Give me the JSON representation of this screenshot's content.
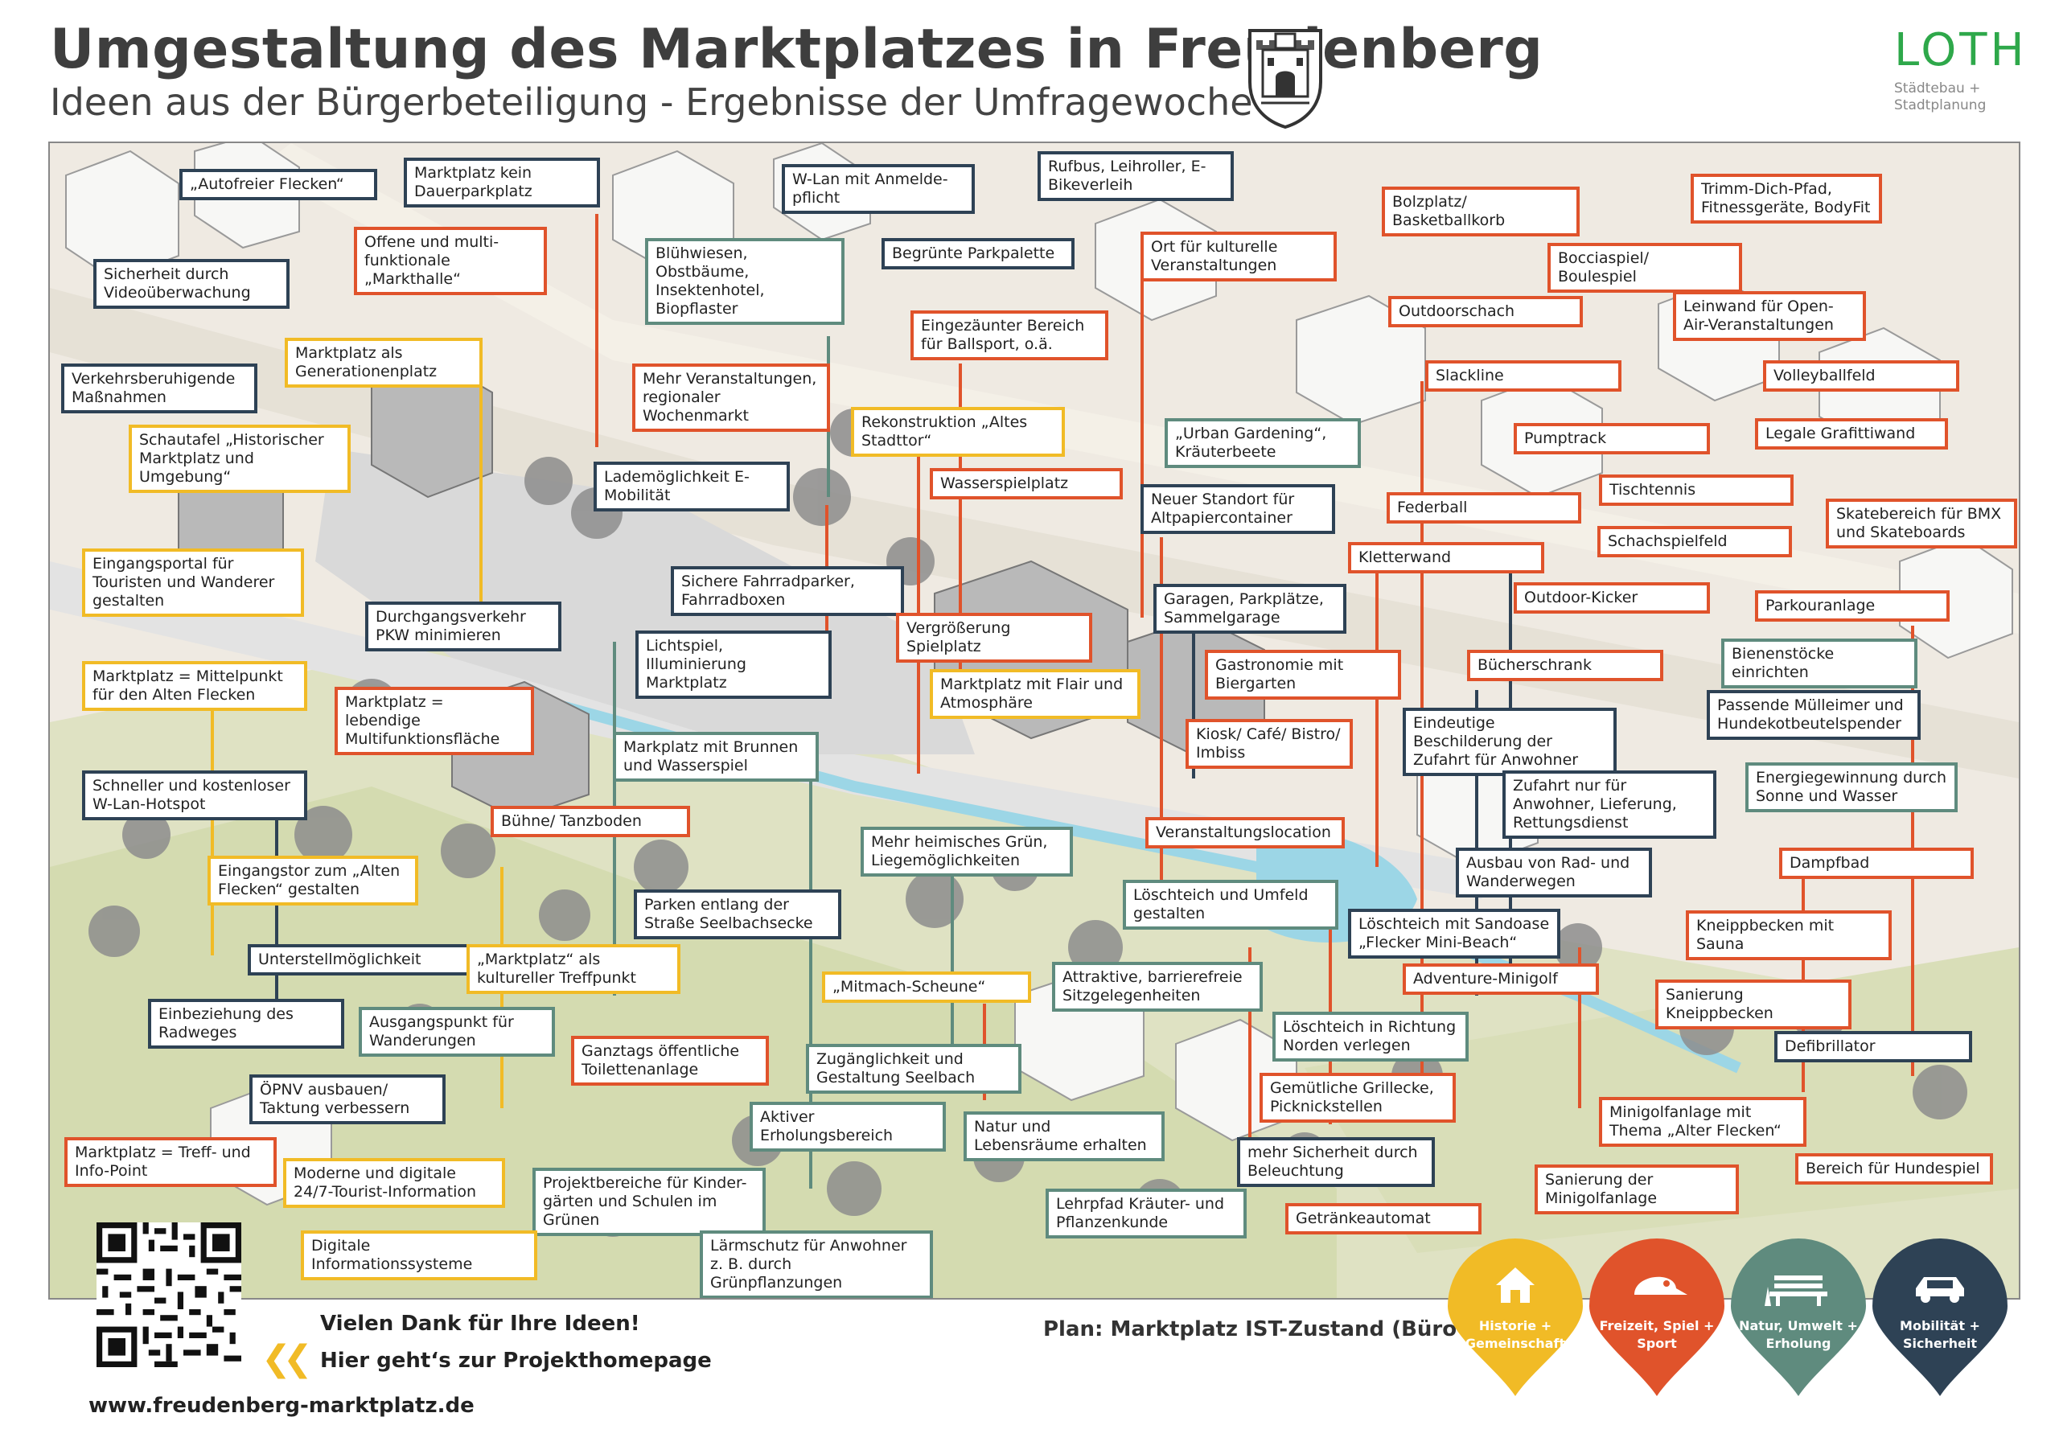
{
  "header": {
    "title": "Umgestaltung des Marktplatzes in Freudenberg",
    "subtitle": "Ideen aus der Bürgerbeteiligung - Ergebnisse der Umfragewoche IV"
  },
  "logo": {
    "text": "LOTH",
    "sub1": "Städtebau +",
    "sub2": "Stadtplanung"
  },
  "colors": {
    "historie": "#f1bb26",
    "freizeit": "#e0532b",
    "natur": "#5f8b7e",
    "mobilitaet": "#2e4255",
    "logo_green": "#2ea84a"
  },
  "labels": {
    "l01": {
      "text": "„Autofreier Flecken“",
      "cat": "mob"
    },
    "l02": {
      "text": "Marktplatz kein Dauerparkplatz",
      "cat": "mob"
    },
    "l03": {
      "text": "Offene und multi-funktionale „Markthalle“",
      "cat": "frei"
    },
    "l04": {
      "text": "Sicherheit durch Videoüberwachung",
      "cat": "mob"
    },
    "l05": {
      "text": "Blühwiesen, Obstbäume, Insektenhotel, Biopflaster",
      "cat": "nat"
    },
    "l06": {
      "text": "W-Lan mit Anmelde-pflicht",
      "cat": "mob"
    },
    "l07": {
      "text": "Rufbus, Leihroller, E-Bikeverleih",
      "cat": "mob"
    },
    "l08": {
      "text": "Begrünte Parkpalette",
      "cat": "mob"
    },
    "l09": {
      "text": "Ort für kulturelle Veranstaltungen",
      "cat": "frei"
    },
    "l10": {
      "text": "Bolzplatz/ Basketballkorb",
      "cat": "frei"
    },
    "l11": {
      "text": "Trimm-Dich-Pfad, Fitnessgeräte, BodyFit",
      "cat": "frei"
    },
    "l12": {
      "text": "Bocciaspiel/ Boulespiel",
      "cat": "frei"
    },
    "l13": {
      "text": "Eingezäunter Bereich für Ballsport, o.ä.",
      "cat": "frei"
    },
    "l14": {
      "text": "Outdoorschach",
      "cat": "frei"
    },
    "l15": {
      "text": "Leinwand für Open-Air-Veranstaltungen",
      "cat": "frei"
    },
    "l16": {
      "text": "Verkehrsberuhigende Maßnahmen",
      "cat": "mob"
    },
    "l17": {
      "text": "Marktplatz als Generationenplatz",
      "cat": "hist"
    },
    "l18": {
      "text": "Mehr Veranstaltungen, regionaler Wochenmarkt",
      "cat": "frei"
    },
    "l19": {
      "text": "Slackline",
      "cat": "frei"
    },
    "l20": {
      "text": "Volleyballfeld",
      "cat": "frei"
    },
    "l21": {
      "text": "Schautafel „Historischer Marktplatz und Umgebung“",
      "cat": "hist"
    },
    "l22": {
      "text": "Rekonstruktion „Altes Stadttor“",
      "cat": "hist"
    },
    "l23": {
      "text": "„Urban Gardening“, Kräuterbeete",
      "cat": "nat"
    },
    "l24": {
      "text": "Pumptrack",
      "cat": "frei"
    },
    "l25": {
      "text": "Legale Grafittiwand",
      "cat": "frei"
    },
    "l26": {
      "text": "Lademöglichkeit E-Mobilität",
      "cat": "mob"
    },
    "l27": {
      "text": "Wasserspielplatz",
      "cat": "frei"
    },
    "l28": {
      "text": "Neuer Standort für Altpapiercontainer",
      "cat": "mob"
    },
    "l29": {
      "text": "Tischtennis",
      "cat": "frei"
    },
    "l30": {
      "text": "Federball",
      "cat": "frei"
    },
    "l31": {
      "text": "Skatebereich für BMX und Skateboards",
      "cat": "frei"
    },
    "l32": {
      "text": "Schachspielfeld",
      "cat": "frei"
    },
    "l33": {
      "text": "Eingangsportal für Touristen und Wanderer gestalten",
      "cat": "hist"
    },
    "l34": {
      "text": "Kletterwand",
      "cat": "frei"
    },
    "l35": {
      "text": "Sichere Fahrradparker, Fahrradboxen",
      "cat": "mob"
    },
    "l36": {
      "text": "Garagen, Parkplätze, Sammelgarage",
      "cat": "mob"
    },
    "l37": {
      "text": "Outdoor-Kicker",
      "cat": "frei"
    },
    "l38": {
      "text": "Parkouranlage",
      "cat": "frei"
    },
    "l39": {
      "text": "Durchgangsverkehr PKW minimieren",
      "cat": "mob"
    },
    "l40": {
      "text": "Vergrößerung Spielplatz",
      "cat": "frei"
    },
    "l41": {
      "text": "Bienenstöcke einrichten",
      "cat": "nat"
    },
    "l42": {
      "text": "Lichtspiel, Illuminierung Marktplatz",
      "cat": "mob"
    },
    "l43": {
      "text": "Gastronomie mit Biergarten",
      "cat": "frei"
    },
    "l44": {
      "text": "Bücherschrank",
      "cat": "frei"
    },
    "l45": {
      "text": "Marktplatz = Mittelpunkt für den Alten Flecken",
      "cat": "hist"
    },
    "l46": {
      "text": "Marktplatz mit Flair und Atmosphäre",
      "cat": "hist"
    },
    "l47": {
      "text": "Passende Mülleimer und Hundekotbeutelspender",
      "cat": "mob"
    },
    "l48": {
      "text": "Marktplatz = lebendige Multifunktionsfläche",
      "cat": "frei"
    },
    "l49": {
      "text": "Eindeutige Beschilderung der Zufahrt für Anwohner",
      "cat": "mob"
    },
    "l50": {
      "text": "Kiosk/ Café/ Bistro/ Imbiss",
      "cat": "frei"
    },
    "l51": {
      "text": "Markplatz mit Brunnen und Wasserspiel",
      "cat": "nat"
    },
    "l52": {
      "text": "Energiegewinnung durch Sonne und Wasser",
      "cat": "nat"
    },
    "l53": {
      "text": "Schneller und kostenloser W-Lan-Hotspot",
      "cat": "mob"
    },
    "l54": {
      "text": "Zufahrt nur für Anwohner, Lieferung, Rettungsdienst",
      "cat": "mob"
    },
    "l55": {
      "text": "Bühne/ Tanzboden",
      "cat": "frei"
    },
    "l56": {
      "text": "Veranstaltungslocation",
      "cat": "frei"
    },
    "l57": {
      "text": "Mehr heimisches Grün, Liegemöglichkeiten",
      "cat": "nat"
    },
    "l58": {
      "text": "Eingangstor zum „Alten Flecken“ gestalten",
      "cat": "hist"
    },
    "l59": {
      "text": "Ausbau von Rad- und Wanderwegen",
      "cat": "mob"
    },
    "l60": {
      "text": "Dampfbad",
      "cat": "frei"
    },
    "l61": {
      "text": "Löschteich und Umfeld gestalten",
      "cat": "nat"
    },
    "l62": {
      "text": "Parken entlang der Straße Seelbachsecke",
      "cat": "mob"
    },
    "l63": {
      "text": "Löschteich mit Sandoase „Flecker Mini-Beach“",
      "cat": "mob"
    },
    "l64": {
      "text": "Kneippbecken mit Sauna",
      "cat": "frei"
    },
    "l65": {
      "text": "Unterstellmöglichkeit",
      "cat": "mob"
    },
    "l66": {
      "text": "„Marktplatz“ als kultureller Treffpunkt",
      "cat": "hist"
    },
    "l67": {
      "text": "„Mitmach-Scheune“",
      "cat": "hist"
    },
    "l68": {
      "text": "Attraktive, barrierefreie Sitzgelegenheiten",
      "cat": "nat"
    },
    "l69": {
      "text": "Adventure-Minigolf",
      "cat": "frei"
    },
    "l70": {
      "text": "Sanierung Kneippbecken",
      "cat": "frei"
    },
    "l71": {
      "text": "Einbeziehung des Radweges",
      "cat": "mob"
    },
    "l72": {
      "text": "Ausgangspunkt für Wanderungen",
      "cat": "nat"
    },
    "l73": {
      "text": "Löschteich in Richtung Norden verlegen",
      "cat": "nat"
    },
    "l74": {
      "text": "Defibrillator",
      "cat": "mob"
    },
    "l75": {
      "text": "Ganztags öffentliche Toilettenanlage",
      "cat": "frei"
    },
    "l76": {
      "text": "Zugänglichkeit und Gestaltung Seelbach",
      "cat": "nat"
    },
    "l77": {
      "text": "ÖPNV ausbauen/ Taktung verbessern",
      "cat": "mob"
    },
    "l78": {
      "text": "Gemütliche Grillecke, Picknickstellen",
      "cat": "frei"
    },
    "l79": {
      "text": "Minigolfanlage mit Thema „Alter Flecken“",
      "cat": "frei"
    },
    "l80": {
      "text": "Aktiver Erholungsbereich",
      "cat": "nat"
    },
    "l81": {
      "text": "Natur und Lebensräume erhalten",
      "cat": "nat"
    },
    "l82": {
      "text": "Marktplatz = Treff- und Info-Point",
      "cat": "frei"
    },
    "l83": {
      "text": "mehr Sicherheit durch Beleuchtung",
      "cat": "mob"
    },
    "l84": {
      "text": "Moderne und digitale 24/7-Tourist-Information",
      "cat": "hist"
    },
    "l85": {
      "text": "Projektbereiche für Kinder-gärten und Schulen im Grünen",
      "cat": "nat"
    },
    "l86": {
      "text": "Lehrpfad Kräuter- und Pflanzenkunde",
      "cat": "nat"
    },
    "l87": {
      "text": "Sanierung der Minigolfanlage",
      "cat": "frei"
    },
    "l88": {
      "text": "Bereich für Hundespiel",
      "cat": "frei"
    },
    "l89": {
      "text": "Getränkeautomat",
      "cat": "frei"
    },
    "l90": {
      "text": "Digitale Informationssysteme",
      "cat": "hist"
    },
    "l91": {
      "text": "Lärmschutz für Anwohner z. B. durch Grünpflanzungen",
      "cat": "nat"
    }
  },
  "footer": {
    "thanks": "Vielen Dank für Ihre Ideen!",
    "homepage": "Hier geht‘s zur Projekthomepage",
    "url": "www.freudenberg-marktplatz.de",
    "plan": "Plan: Marktplatz IST-Zustand (Büro Loth)"
  },
  "legend": {
    "historie": "Historie + Gemeinschaft",
    "freizeit": "Freizeit, Spiel + Sport",
    "natur": "Natur, Umwelt + Erholung",
    "mobilitaet": "Mobilität + Sicherheit",
    "historie_icon": "house-icon",
    "freizeit_icon": "cap-icon",
    "natur_icon": "bench-icon",
    "mobilitaet_icon": "car-icon"
  }
}
